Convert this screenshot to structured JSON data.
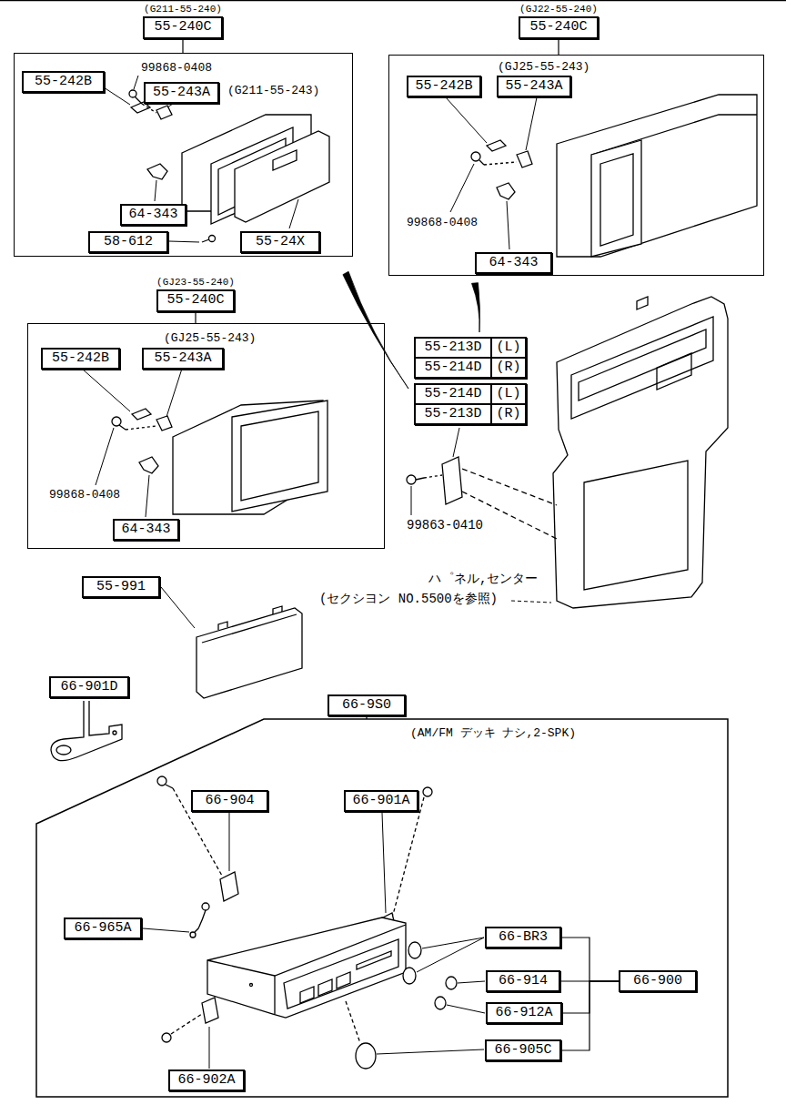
{
  "diagram": {
    "nodes": [
      {
        "text": [
          "(G211-55-240)",
          "55-240C"
        ]
      },
      {
        "text": [
          "99868-0408",
          "(G211-55-243)"
        ]
      },
      {
        "text": [
          "55-242B"
        ],
        "in": 1
      },
      {
        "text": [
          "55-243A"
        ],
        "in": 1
      },
      {
        "text": [
          "64-343"
        ],
        "in": 1
      },
      {
        "text": [
          "58-612"
        ],
        "in": 1
      },
      {
        "text": [
          "55-24X"
        ],
        "in": 1
      },
      {
        "text": [
          "(GJ22-55-240)",
          "55-240C"
        ]
      },
      {
        "text": [
          "(GJ25-55-243)",
          "99868-0408"
        ]
      },
      {
        "text": [
          "55-242B"
        ],
        "in": 8
      },
      {
        "text": [
          "55-243A"
        ],
        "in": 8
      },
      {
        "text": [
          "64-343"
        ],
        "in": 8
      },
      {
        "text": [
          "(GJ23-55-240)",
          "55-240C"
        ]
      },
      {
        "text": [
          "(GJ25-55-243)",
          "99868-0408"
        ]
      },
      {
        "text": [
          "55-242B"
        ],
        "in": 13
      },
      {
        "text": [
          "55-243A"
        ],
        "in": 13
      },
      {
        "text": [
          "64-343"
        ],
        "in": 13
      },
      {
        "text": [
          "55-213D"
        ]
      },
      {
        "text": [
          "(L)"
        ]
      },
      {
        "text": [
          "55-214D"
        ]
      },
      {
        "text": [
          "(R)"
        ]
      },
      {
        "text": [
          "55-214D"
        ]
      },
      {
        "text": [
          "(L)"
        ]
      },
      {
        "text": [
          "55-213D"
        ]
      },
      {
        "text": [
          "(R)"
        ]
      },
      {
        "text": [
          "55-991"
        ]
      },
      {
        "text": [
          "66-901D"
        ]
      },
      {
        "text": [
          "66-9S0"
        ]
      },
      {
        "text": [
          "(AM/FM デッキ ナシ,2-SPK)"
        ]
      },
      {
        "text": [
          "66-904"
        ],
        "in": 28
      },
      {
        "text": [
          "66-901A"
        ],
        "in": 28
      },
      {
        "text": [
          "66-965A"
        ],
        "in": 28
      },
      {
        "text": [
          "66-BR3"
        ],
        "in": 28
      },
      {
        "text": [
          "66-914"
        ],
        "in": 28
      },
      {
        "text": [
          "66-900"
        ],
        "in": 28
      },
      {
        "text": [
          "66-912A"
        ],
        "in": 28
      },
      {
        "text": [
          "66-905C"
        ],
        "in": 28
      },
      {
        "text": [
          "66-902A"
        ],
        "in": 28
      }
    ],
    "edges": [
      {
        "from": 0,
        "to": 1,
        "arrow": "none"
      },
      {
        "from": 7,
        "to": 8,
        "arrow": "none"
      },
      {
        "from": 12,
        "to": 13,
        "arrow": "none"
      },
      {
        "from": 1,
        "to": 21,
        "arrow": "none"
      },
      {
        "from": 8,
        "to": 17,
        "arrow": "none"
      },
      {
        "from": 27,
        "to": 28,
        "arrow": "none"
      },
      {
        "from": 32,
        "to": 34,
        "arrow": "none"
      },
      {
        "from": 33,
        "to": 34,
        "arrow": "none"
      },
      {
        "from": 35,
        "to": 34,
        "arrow": "none"
      },
      {
        "from": 36,
        "to": 34,
        "arrow": "none"
      }
    ],
    "labels": [
      "99863-0410",
      "ハ゜ネル,センター",
      "(セクシヨン NO.5500を参照)"
    ]
  }
}
